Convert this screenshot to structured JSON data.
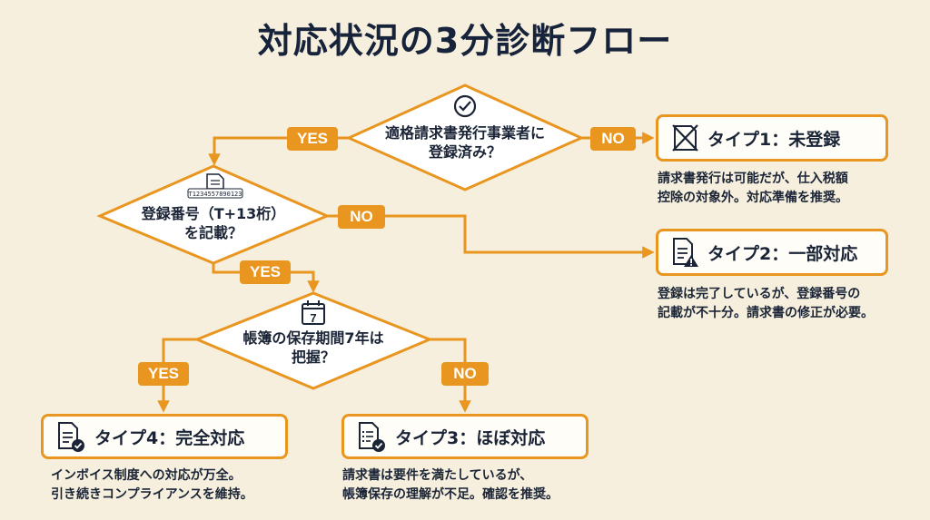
{
  "title": "対応状況の3分診断フロー",
  "colors": {
    "background": "#f6efdd",
    "accent": "#e8961f",
    "text": "#1a2436",
    "box_fill": "#fffdf8"
  },
  "questions": [
    {
      "id": "q1",
      "icon": "check-circle-icon",
      "lines": [
        "適格請求書発行事業者に",
        "登録済み？"
      ]
    },
    {
      "id": "q2",
      "icon": "document-registration-number-icon",
      "icon_text": "T1234557890123",
      "lines": [
        "登録番号（T+13桁）",
        "を記載？"
      ]
    },
    {
      "id": "q3",
      "icon": "calendar-icon",
      "icon_text": "7",
      "lines": [
        "帳簿の保存期間7年は",
        "把握？"
      ]
    }
  ],
  "branches": {
    "q1_yes": "YES",
    "q1_no": "NO",
    "q2_yes": "YES",
    "q2_no": "NO",
    "q3_yes": "YES",
    "q3_no": "NO"
  },
  "results": [
    {
      "id": "type1",
      "icon": "crossed-document-icon",
      "label": "タイプ1：未登録",
      "desc": [
        "請求書発行は可能だが、仕入税額",
        "控除の対象外。対応準備を推奨。"
      ]
    },
    {
      "id": "type2",
      "icon": "document-warning-icon",
      "label": "タイプ2：一部対応",
      "desc": [
        "登録は完了しているが、登録番号の",
        "記載が不十分。請求書の修正が必要。"
      ]
    },
    {
      "id": "type3",
      "icon": "checklist-document-check-icon",
      "label": "タイプ3：ほぼ対応",
      "desc": [
        "請求書は要件を満たしているが、",
        "帳簿保存の理解が不足。確認を推奨。"
      ]
    },
    {
      "id": "type4",
      "icon": "document-check-icon",
      "label": "タイプ4：完全対応",
      "desc": [
        "インボイス制度への対応が万全。",
        "引き続きコンプライアンスを維持。"
      ]
    }
  ]
}
